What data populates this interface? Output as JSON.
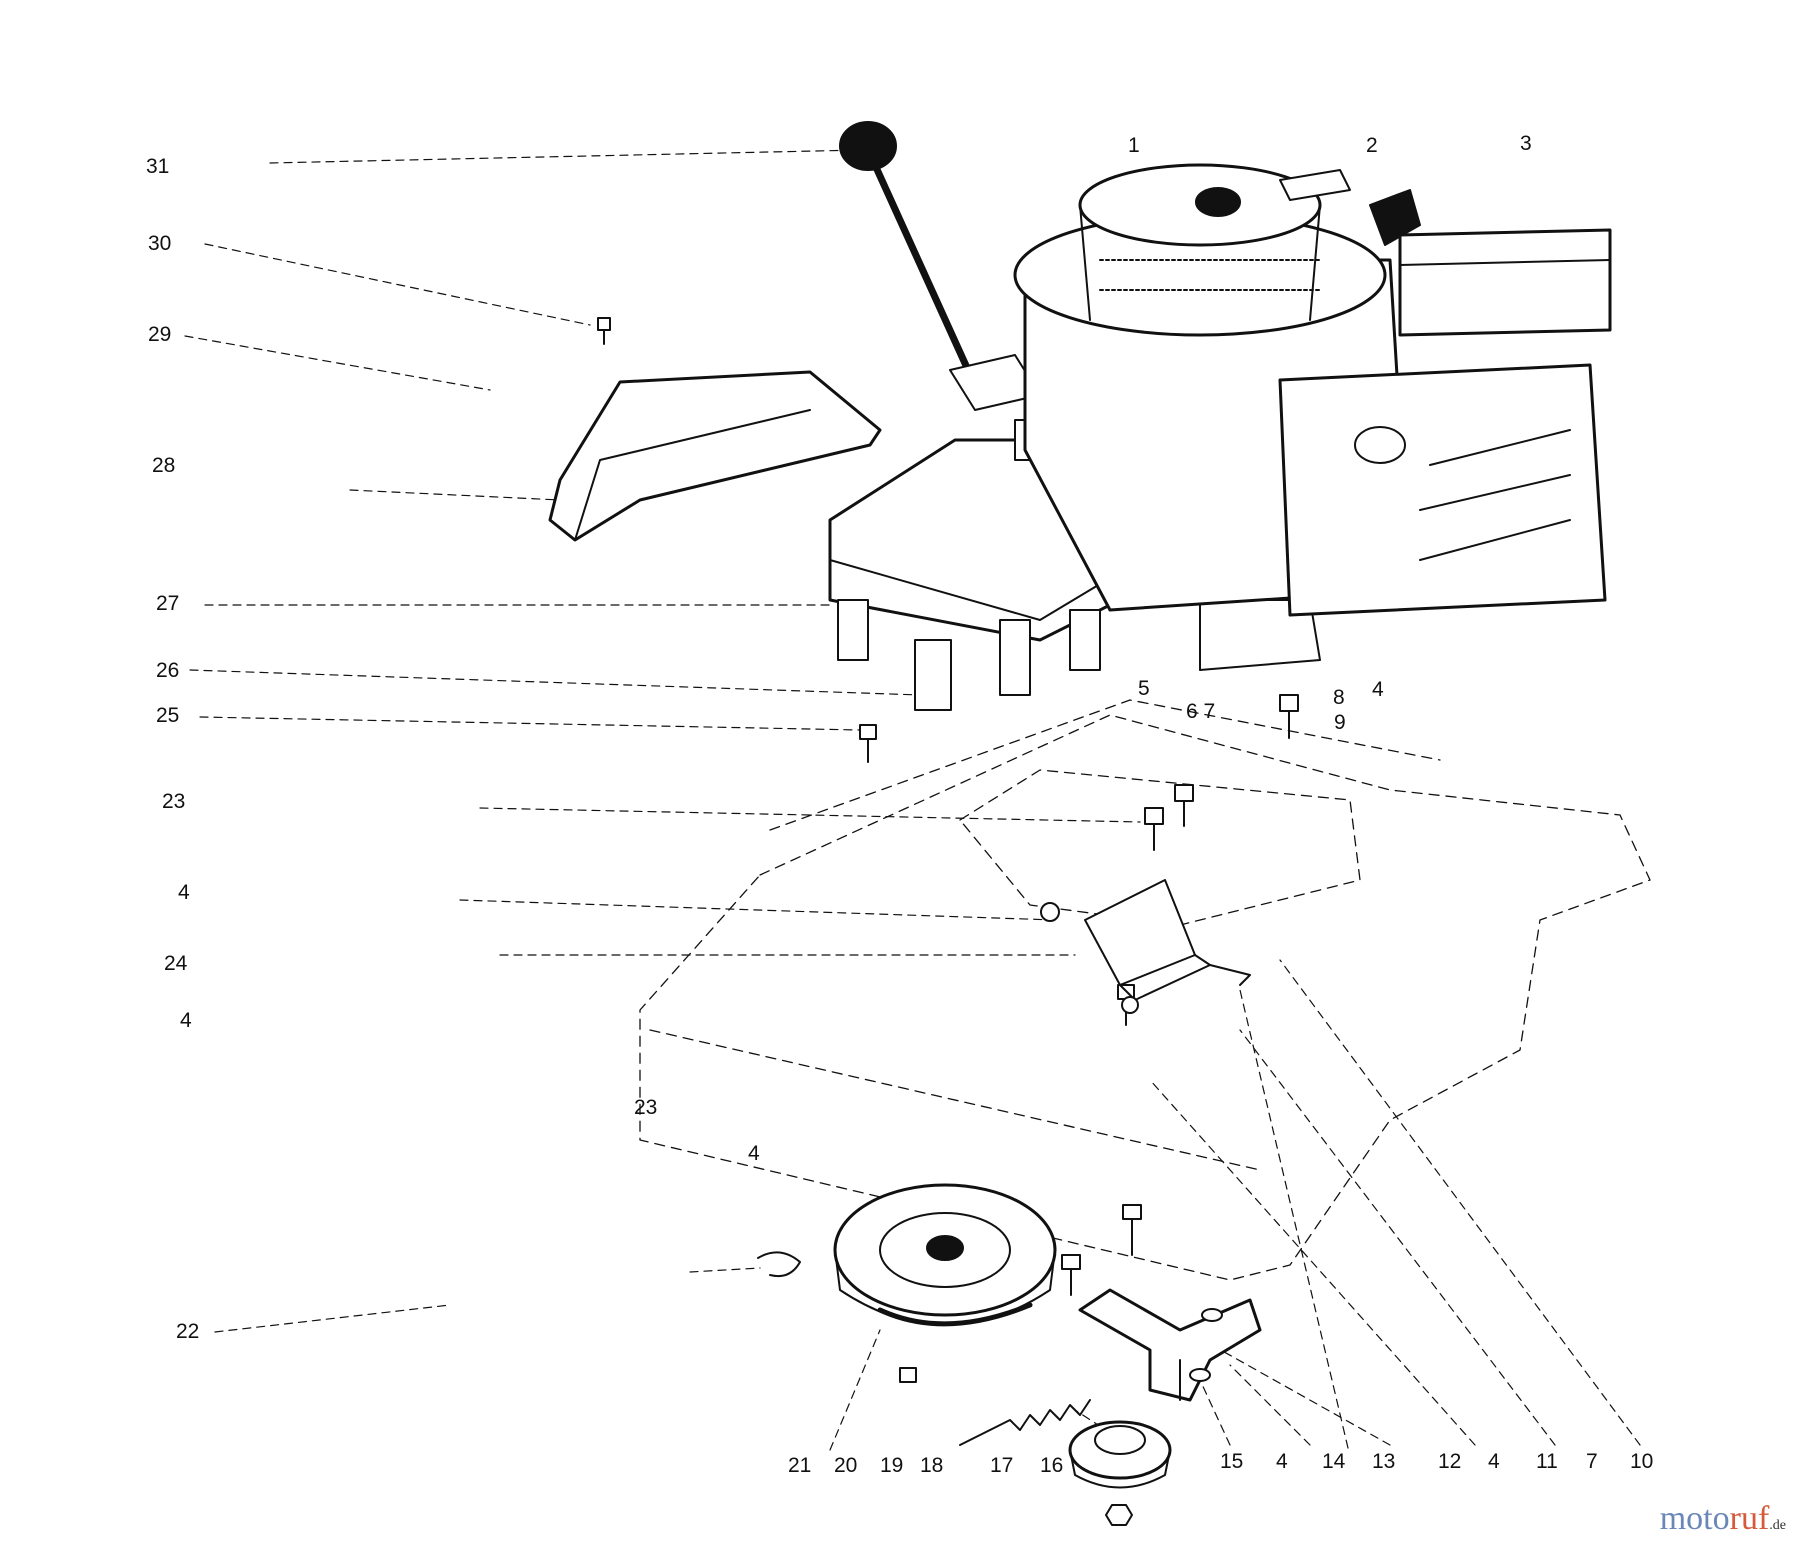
{
  "diagram": {
    "callouts": [
      {
        "id": "c31",
        "label": "31"
      },
      {
        "id": "c30",
        "label": "30"
      },
      {
        "id": "c29",
        "label": "29"
      },
      {
        "id": "c28",
        "label": "28"
      },
      {
        "id": "c27",
        "label": "27"
      },
      {
        "id": "c26",
        "label": "26"
      },
      {
        "id": "c25",
        "label": "25"
      },
      {
        "id": "c23a",
        "label": "23"
      },
      {
        "id": "c4a",
        "label": "4"
      },
      {
        "id": "c24",
        "label": "24"
      },
      {
        "id": "c4b",
        "label": "4"
      },
      {
        "id": "c23b",
        "label": "23"
      },
      {
        "id": "c4c",
        "label": "4"
      },
      {
        "id": "c22",
        "label": "22"
      },
      {
        "id": "c1",
        "label": "1"
      },
      {
        "id": "c2",
        "label": "2"
      },
      {
        "id": "c3",
        "label": "3"
      },
      {
        "id": "c5",
        "label": "5"
      },
      {
        "id": "c67",
        "label": "6 7"
      },
      {
        "id": "c8",
        "label": "8"
      },
      {
        "id": "c4d",
        "label": "4"
      },
      {
        "id": "c9",
        "label": "9"
      },
      {
        "id": "c21",
        "label": "21"
      },
      {
        "id": "c20",
        "label": "20"
      },
      {
        "id": "c19",
        "label": "19"
      },
      {
        "id": "c18",
        "label": "18"
      },
      {
        "id": "c17",
        "label": "17"
      },
      {
        "id": "c16",
        "label": "16"
      },
      {
        "id": "c15",
        "label": "15"
      },
      {
        "id": "c4e",
        "label": "4"
      },
      {
        "id": "c14",
        "label": "14"
      },
      {
        "id": "c13",
        "label": "13"
      },
      {
        "id": "c12",
        "label": "12"
      },
      {
        "id": "c4f",
        "label": "4"
      },
      {
        "id": "c11",
        "label": "11"
      },
      {
        "id": "c7",
        "label": "7"
      },
      {
        "id": "c10",
        "label": "10"
      }
    ]
  },
  "watermark": {
    "part1": "moto",
    "part2": "ruf",
    "part3": ".de"
  }
}
